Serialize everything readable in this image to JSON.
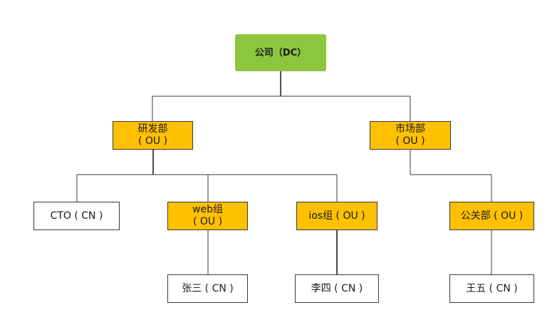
{
  "nodes": {
    "company": {
      "line1": "公司（DC）"
    },
    "rnd": {
      "line1": "研发部",
      "line2": "( OU )"
    },
    "market": {
      "line1": "市场部",
      "line2": "( OU )"
    },
    "cto": {
      "line1": "CTO ( CN )"
    },
    "web": {
      "line1": "web组",
      "line2": "( OU )"
    },
    "ios": {
      "line1": "ios组 ( OU )"
    },
    "pr": {
      "line1": "公关部 ( OU )"
    },
    "zhangsan": {
      "line1": "张三 ( CN )"
    },
    "lisi": {
      "line1": "李四 ( CN )"
    },
    "wangwu": {
      "line1": "王五 ( CN )"
    }
  },
  "colors": {
    "dc_fill": "#8cc63f",
    "ou_fill": "#ffc000",
    "cn_fill": "#ffffff",
    "border": "#3a3a3a",
    "connector": "#3a3a3a"
  }
}
